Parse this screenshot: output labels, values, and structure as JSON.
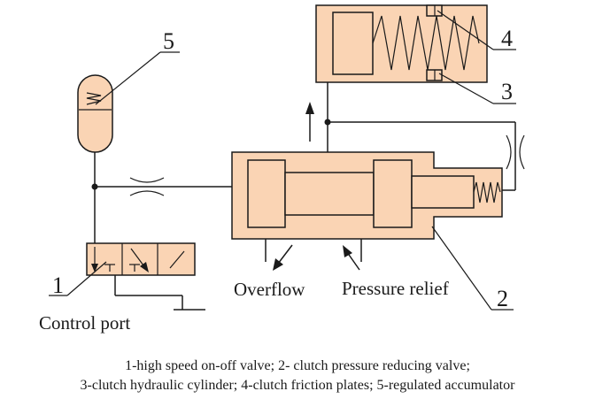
{
  "diagram": {
    "components": {
      "valve_1": "1",
      "valve_2": "2",
      "cylinder_3": "3",
      "plates_4": "4",
      "accumulator_5": "5"
    },
    "labels": {
      "overflow": "Overflow",
      "pressure_relief": "Pressure relief",
      "control_port": "Control port"
    },
    "caption": {
      "line1": "1-high speed on-off valve; 2- clutch pressure reducing valve;",
      "line2": "3-clutch hydraulic cylinder; 4-clutch friction plates; 5-regulated accumulator"
    },
    "colors": {
      "component_fill": "#fad4b4",
      "ink": "#1a1a1a"
    }
  }
}
